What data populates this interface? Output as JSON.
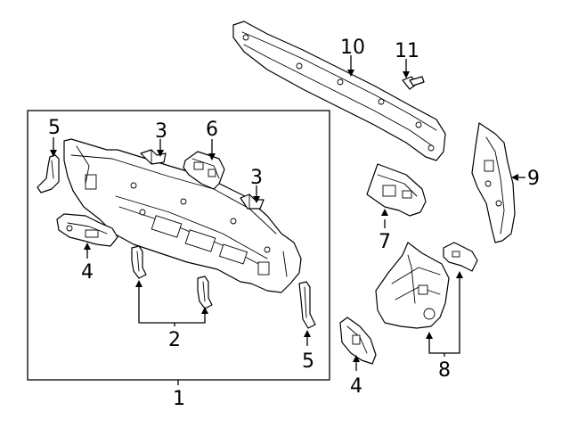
{
  "callouts": {
    "c1": "1",
    "c2": "2",
    "c3a": "3",
    "c3b": "3",
    "c4a": "4",
    "c4b": "4",
    "c5a": "5",
    "c5b": "5",
    "c6": "6",
    "c7": "7",
    "c8": "8",
    "c9": "9",
    "c10": "10",
    "c11": "11"
  },
  "colors": {
    "line": "#000000",
    "background": "#ffffff"
  }
}
